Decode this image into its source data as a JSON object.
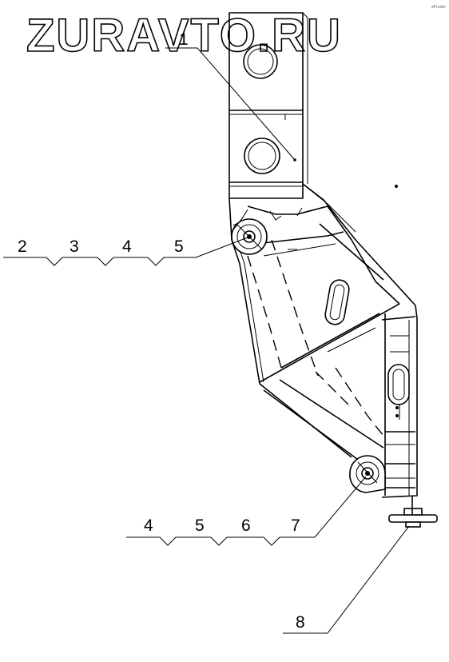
{
  "watermark": "ZURAVTO.RU",
  "corner_mark": "zFl.com",
  "callouts": {
    "c1": "1",
    "top_row": [
      "2",
      "3",
      "4",
      "5"
    ],
    "bottom_row": [
      "4",
      "5",
      "6",
      "7"
    ],
    "c8": "8"
  },
  "colors": {
    "ink": "#000000",
    "paper": "#ffffff"
  }
}
